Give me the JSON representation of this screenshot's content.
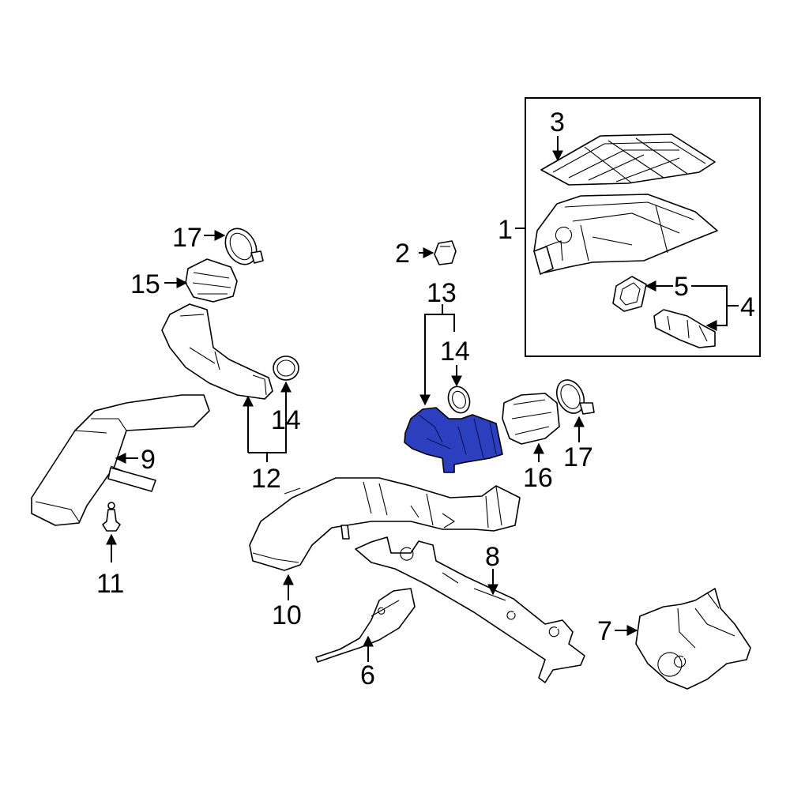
{
  "callouts": {
    "c1": "1",
    "c2": "2",
    "c3": "3",
    "c4": "4",
    "c5": "5",
    "c6": "6",
    "c7": "7",
    "c8": "8",
    "c9": "9",
    "c10": "10",
    "c11": "11",
    "c12": "12",
    "c13": "13",
    "c14a": "14",
    "c14b": "14",
    "c15": "15",
    "c16": "16",
    "c17a": "17",
    "c17b": "17"
  },
  "highlight_color": "#2b3fbf"
}
